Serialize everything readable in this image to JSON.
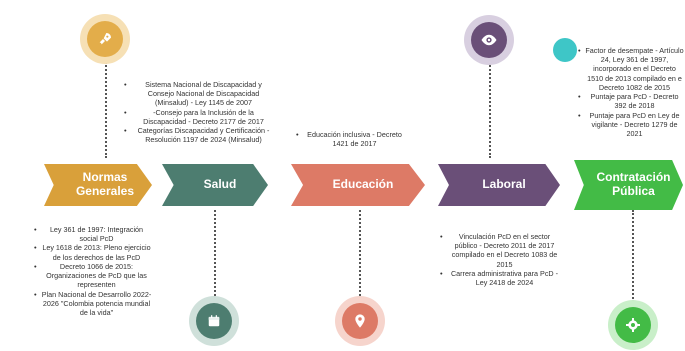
{
  "colors": {
    "normas": "#d9a03a",
    "salud": "#4d7d70",
    "educacion": "#dd7a66",
    "laboral": "#6a4f78",
    "contratacion": "#43bb46",
    "teal_dot": "#3ec6c7"
  },
  "stages": [
    {
      "id": "normas",
      "label": "Normas Generales",
      "top_icon": "rocket-icon"
    },
    {
      "id": "salud",
      "label": "Salud",
      "bottom_icon": "calendar-icon"
    },
    {
      "id": "educacion",
      "label": "Educación",
      "bottom_icon": "map-pin-icon"
    },
    {
      "id": "laboral",
      "label": "Laboral",
      "top_icon": "eye-icon"
    },
    {
      "id": "contratacion",
      "label": "Contratación Pública",
      "bottom_icon": "gear-icon"
    }
  ],
  "notes": {
    "salud": [
      "Sistema Nacional de Discapacidad y Consejo Nacional de Discapacidad (Minsalud) - Ley 1145 de 2007",
      "-Consejo para la Inclusión de la Discapacidad - Decreto 2177 de 2017",
      "Categorías Discapacidad y Certificación - Resolución 1197 de 2024 (Minsalud)"
    ],
    "educacion": [
      "Educación inclusiva - Decreto 1421 de 2017"
    ],
    "contratacion": [
      "Factor de desempate - Artículo 24, Ley 361 de 1997, incorporado en el Decreto 1510 de 2013 compilado en e Decreto 1082 de 2015",
      "Puntaje para PcD - Decreto 392 de 2018",
      "Puntaje para PcD en Ley de vigilante - Decreto 1279 de 2021"
    ],
    "normas": [
      "Ley 361 de 1997: Integración social PcD",
      "Ley 1618 de 2013: Pleno ejercicio de los derechos de las PcD",
      "Decreto 1066 de 2015: Organizaciones de PcD que las representen",
      "Plan Nacional de Desarrollo 2022-2026 \"Colombia potencia mundial de la vida\""
    ],
    "laboral": [
      "Vinculación PcD en el sector público - Decreto 2011 de 2017 compilado en el Decreto 1083 de 2015",
      "Carrera administrativa para PcD - Ley 2418 de 2024"
    ]
  }
}
